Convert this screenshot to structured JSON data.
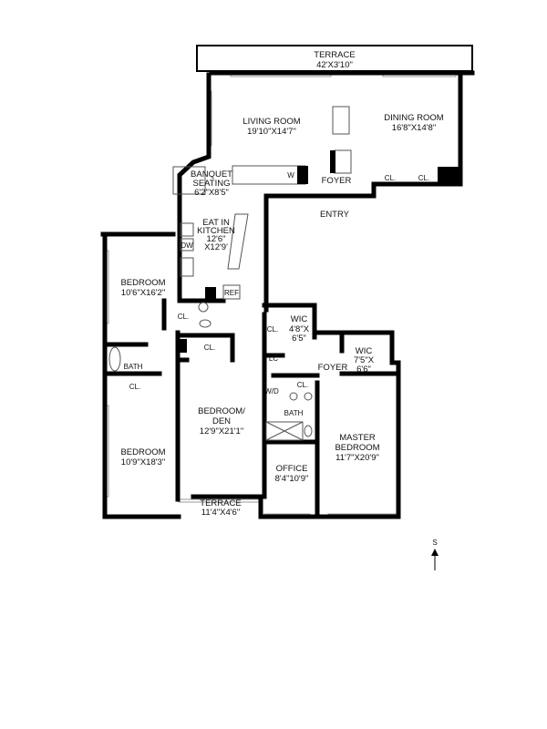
{
  "rooms": {
    "terrace_top": {
      "name": "TERRACE",
      "size": "42'X3'10\""
    },
    "living": {
      "name": "LIVING ROOM",
      "size": "19'10\"X14'7\""
    },
    "dining": {
      "name": "DINING ROOM",
      "size": "16'8\"X14'8\""
    },
    "banquet": {
      "name1": "BANQUET",
      "name2": "SEATING",
      "size": "6'2\"X8'5\""
    },
    "foyer": {
      "name": "FOYER"
    },
    "entry": {
      "name": "ENTRY"
    },
    "kitchen": {
      "name1": "EAT IN",
      "name2": "KITCHEN",
      "size1": "12'6\"",
      "size2": "X12'9'"
    },
    "bedroom1": {
      "name": "BEDROOM",
      "size": "10'6\"X16'2\""
    },
    "bedroom2": {
      "name": "BEDROOM",
      "size": "10'9\"X18'3\""
    },
    "den": {
      "name": "BEDROOM/",
      "name2": "DEN",
      "size": "12'9\"X21'1\""
    },
    "terrace_bottom": {
      "name": "TERRACE",
      "size": "11'4\"X4'6\""
    },
    "wic1": {
      "name": "WIC",
      "size1": "4'8\"X",
      "size2": "6'5\""
    },
    "wic2": {
      "name": "WIC",
      "size1": "7'5\"X",
      "size2": "6'6\""
    },
    "foyer2": {
      "name": "FOYER"
    },
    "master": {
      "name1": "MASTER",
      "name2": "BEDROOM",
      "size": "11'7\"X20'9\""
    },
    "office": {
      "name": "OFFICE",
      "size": "8'4\"10'9\""
    },
    "bath1": {
      "name": "BATH"
    },
    "bath2": {
      "name": "BATH"
    }
  },
  "fixtures": {
    "cl": "CL.",
    "w": "W",
    "dw": "DW",
    "ref": "REF",
    "lc": "LC",
    "wd": "W/D"
  },
  "compass": {
    "label": "S"
  }
}
